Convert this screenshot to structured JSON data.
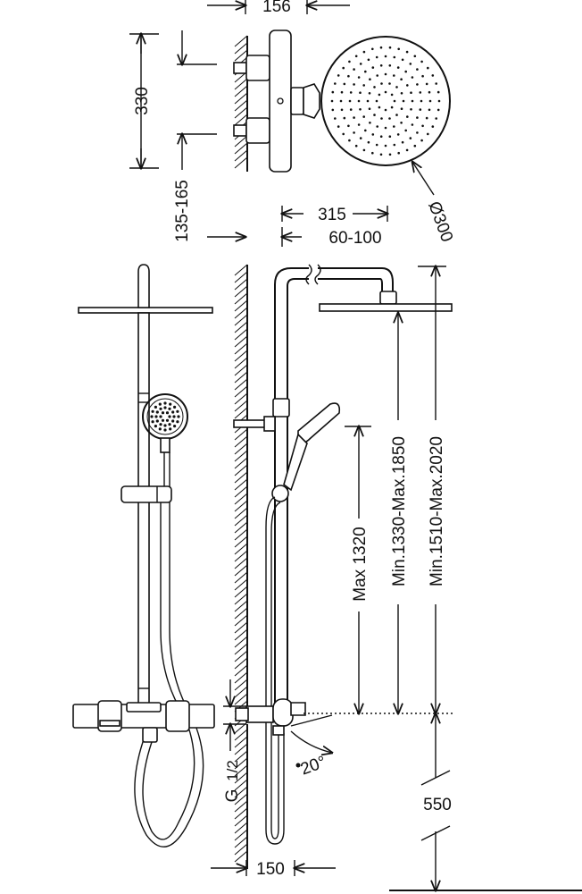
{
  "dimensions": {
    "top_width": "156",
    "mixer_height": "330",
    "wall_offset": "135-165",
    "arm_length": "315",
    "arm_adjust": "60-100",
    "head_diameter": "Ø300",
    "max_handshower": "Max 1320",
    "head_height_range": "Min.1330-Max.1850",
    "total_height_range": "Min.1510-Max.2020",
    "inlet_thread_main": "G",
    "inlet_thread_fraction": "1/2",
    "tilt_angle": "20°",
    "floor_to_mixer": "550",
    "bottom_width": "150"
  },
  "colors": {
    "line": "#111111",
    "background": "#ffffff"
  }
}
